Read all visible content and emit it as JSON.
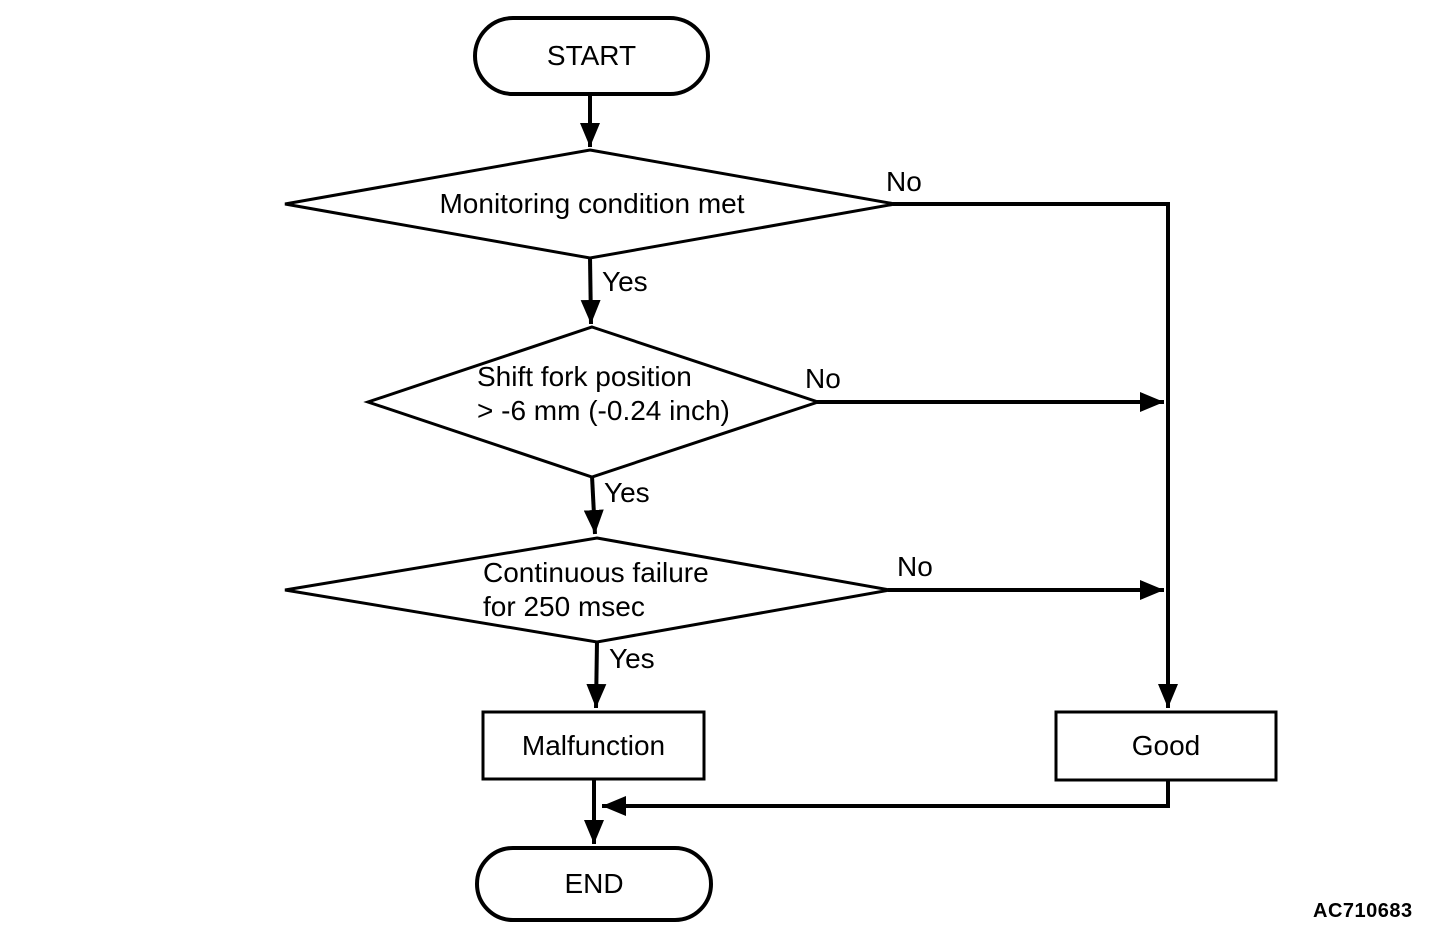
{
  "diagram": {
    "type": "flowchart",
    "ref_code": "AC710683",
    "colors": {
      "line": "#000000",
      "fill": "#ffffff",
      "text": "#000000"
    },
    "nodes": {
      "start": {
        "shape": "terminator",
        "label": "START"
      },
      "monitoring": {
        "shape": "decision",
        "label": "Monitoring condition met"
      },
      "shift_fork": {
        "shape": "decision",
        "line1": "Shift fork position",
        "line2": "> -6 mm (-0.24 inch)"
      },
      "continuous_failure": {
        "shape": "decision",
        "line1": "Continuous failure",
        "line2": "for 250 msec"
      },
      "malfunction": {
        "shape": "process",
        "label": "Malfunction"
      },
      "good": {
        "shape": "process",
        "label": "Good"
      },
      "end": {
        "shape": "terminator",
        "label": "END"
      }
    },
    "edges": {
      "monitoring_yes": {
        "label": "Yes"
      },
      "monitoring_no": {
        "label": "No"
      },
      "shift_fork_yes": {
        "label": "Yes"
      },
      "shift_fork_no": {
        "label": "No"
      },
      "continuous_failure_yes": {
        "label": "Yes"
      },
      "continuous_failure_no": {
        "label": "No"
      }
    }
  }
}
